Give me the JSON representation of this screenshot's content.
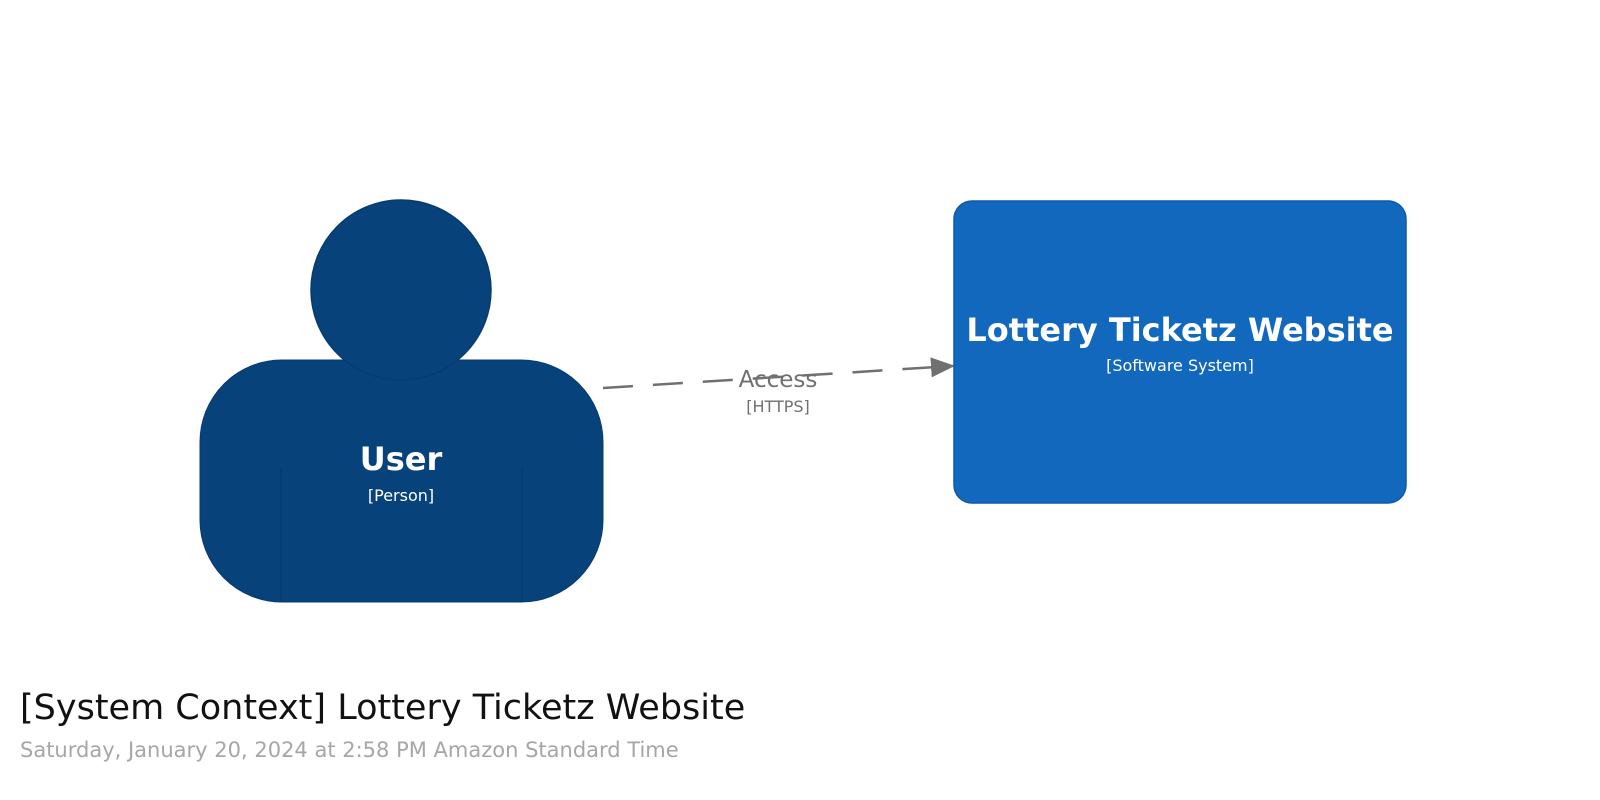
{
  "diagram": {
    "person": {
      "name": "User",
      "type": "[Person]",
      "color": "#08427b"
    },
    "system": {
      "name": "Lottery Ticketz Website",
      "type": "[Software System]",
      "color": "#1168bd"
    },
    "relationship": {
      "label": "Access",
      "technology": "[HTTPS]",
      "color": "#707070",
      "style": "dashed"
    }
  },
  "footer": {
    "title": "[System Context] Lottery Ticketz Website",
    "timestamp": "Saturday, January 20, 2024 at 2:58 PM Amazon Standard Time"
  }
}
